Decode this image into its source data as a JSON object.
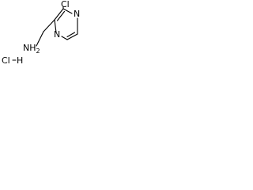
{
  "molecule": {
    "atoms": {
      "chlorine_ring": "Cl",
      "nitrogen_ring_top": "N",
      "nitrogen_ring_bottom": "N",
      "amine_group": "NH",
      "amine_subscript": "2",
      "hydrochloride_cl": "Cl",
      "hydrochloride_h": "H"
    },
    "colors": {
      "ink": "#000000",
      "background": "#ffffff"
    }
  }
}
